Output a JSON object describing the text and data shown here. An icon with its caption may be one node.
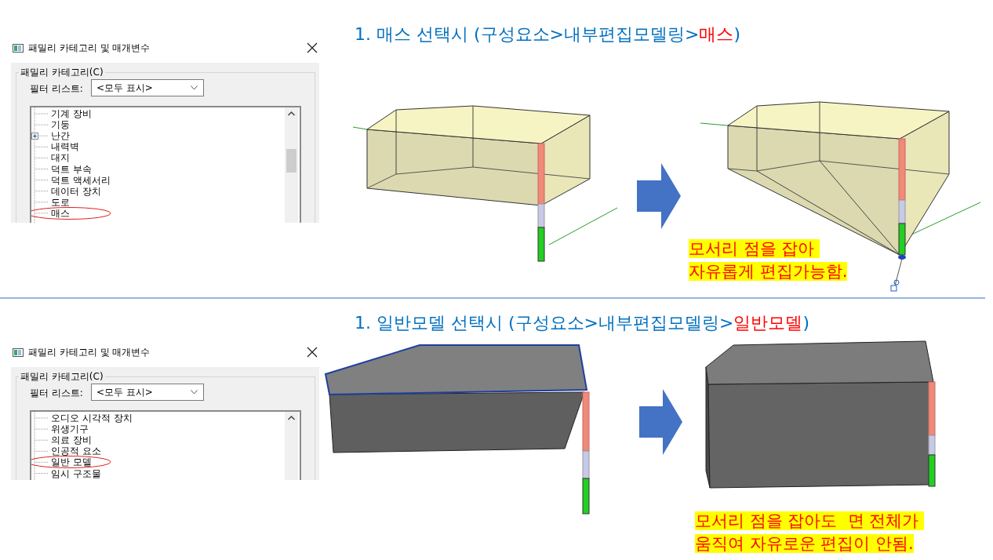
{
  "diagram": {
    "nodes": [
      {
        "text": [],
        "shape": "picture"
      },
      {
        "text": [
          "모서리 점을 잡아 자유롭게 편집가능함."
        ]
      },
      {
        "text": [],
        "shape": "picture"
      },
      {
        "text": [
          "모서리 점을 잡아도  면 전체가 움직여 자유로운 편집이 안됨."
        ]
      }
    ],
    "edges": [
      {
        "from": 0,
        "to": 1,
        "arrow": "to"
      },
      {
        "from": 2,
        "to": 3,
        "arrow": "to"
      }
    ],
    "labels": [
      "1. 매스 선택시 (구성요소>내부편집모델링>",
      "매스",
      ")",
      "패밀리 카테고리 및 매개변수",
      "패밀리 카테고리(C)",
      "필터 리스트:",
      "<모두 표시>",
      "기계 장비",
      "기둥",
      "난간",
      "내력벽",
      "대지",
      "덕트 부속",
      "덕트 액세서리",
      "데이터 장치",
      "도로",
      "매스",
      "1. 일반모델 선택시 (구성요소>내부편집모델링>",
      "일반모델",
      ")",
      "패밀리 카테고리 및 매개변수",
      "패밀리 카테고리(C)",
      "필터 리스트:",
      "<모두 표시>",
      "오디오 시각적 장치",
      "위생기구",
      "의료 장비",
      "인공적 요소",
      "일반 모델",
      "임시 구조물"
    ]
  }
}
